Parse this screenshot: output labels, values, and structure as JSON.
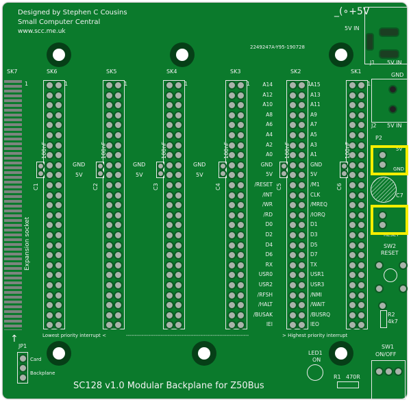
{
  "credits": [
    "Designed by Stephen C Cousins",
    "Small Computer Central",
    "www.scc.me.uk"
  ],
  "board_code": "2249247A-Y95-190728",
  "title": "SC128 v1.0 Modular Backplane for Z50Bus",
  "power": {
    "symbol": "+5V",
    "j1": "J1",
    "j1_label": "5V IN",
    "j1_top_label": "5V IN",
    "j2": "J2",
    "j2_label": "5V IN",
    "gnd": "GND"
  },
  "sockets": [
    "SK7",
    "SK6",
    "SK5",
    "SK4",
    "SK3",
    "SK2",
    "SK1"
  ],
  "pin1": "1",
  "expansion": "Expansion socket",
  "caps": [
    {
      "name": "C1",
      "value": "100nF"
    },
    {
      "name": "C2",
      "value": "100nF"
    },
    {
      "name": "C3",
      "value": "100nF"
    },
    {
      "name": "C4",
      "value": "100nF"
    },
    {
      "name": "C5",
      "value": "100nF"
    },
    {
      "name": "C6",
      "value": "100nF"
    }
  ],
  "rail": {
    "gnd": "GND",
    "v5": "5V"
  },
  "signals_left": [
    "A14",
    "A12",
    "A10",
    "A8",
    "A6",
    "A4",
    "A2",
    "A0",
    "GND",
    "5V",
    "/RESET",
    "/INT",
    "/WR",
    "/RD",
    "D0",
    "D2",
    "D4",
    "D6",
    "RX",
    "USR0",
    "USR2",
    "/RFSH",
    "/HALT",
    "/BUSAK",
    "IEI"
  ],
  "signals_right": [
    "A15",
    "A13",
    "A11",
    "A9",
    "A7",
    "A5",
    "A3",
    "A1",
    "GND",
    "5V",
    "/M1",
    "CLK",
    "/MREQ",
    "/IORQ",
    "D1",
    "D3",
    "D5",
    "D7",
    "TX",
    "USR1",
    "USR3",
    "/NMI",
    "/WAIT",
    "/BUSRQ",
    "IEO"
  ],
  "priority": {
    "low": "Lowest priority interrupt <",
    "arrow": "-----------------------------------------------------------------------",
    "high": "> Highest priority interrupt"
  },
  "p2": {
    "name": "P2",
    "v5": "5V",
    "gnd": "GND"
  },
  "c7": {
    "name": "C7"
  },
  "p1": {
    "label": "RESET"
  },
  "sw2": {
    "name": "SW2",
    "label": "RESET"
  },
  "r2": {
    "name": "R2",
    "value": "4k7"
  },
  "sw1": {
    "name": "SW1",
    "label": "ON/OFF"
  },
  "led1": {
    "name": "LED1",
    "label": "ON"
  },
  "r1": {
    "name": "R1",
    "value": "470R"
  },
  "jp1": {
    "name": "JP1",
    "card": "Card",
    "backplane": "Backplane"
  },
  "highlight_color": "#f4ee00"
}
